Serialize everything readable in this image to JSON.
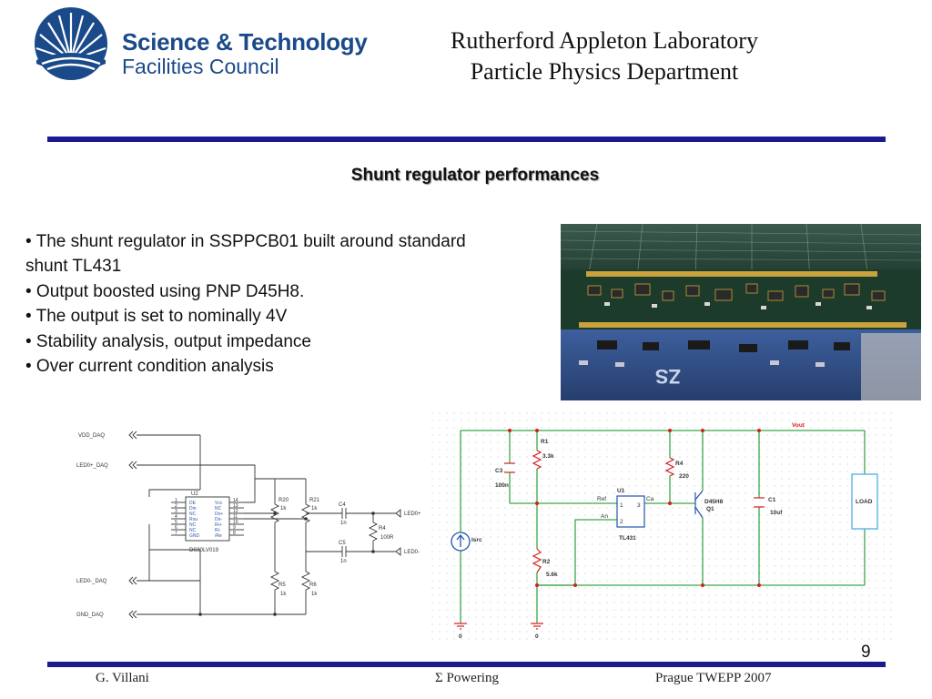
{
  "header": {
    "logo_line1": "Science & Technology",
    "logo_line2": "Facilities Council",
    "lab_line1": "Rutherford Appleton Laboratory",
    "lab_line2": "Particle Physics Department"
  },
  "slide": {
    "title": "Shunt regulator performances",
    "bullets": [
      "• The shunt regulator in SSPPCB01 built around standard",
      "shunt TL431",
      "• Output boosted using PNP D45H8.",
      "• The output is set to nominally 4V",
      "• Stability analysis, output impedance",
      "• Over current condition analysis"
    ],
    "page_number": "9"
  },
  "schematic_left": {
    "vdd": "VDD_DAQ",
    "ledp_in": "LED0+_DAQ",
    "ledn_in": "LED0-_DAQ",
    "gnd": "GND_DAQ",
    "chip_ref": "U2",
    "chip_name": "DS90LV019",
    "chip_left_pins": [
      "DE",
      "Din",
      "NC",
      "Rou",
      "NC",
      "NC",
      "GND"
    ],
    "chip_right_pins": [
      "Vcc",
      "NC",
      "Do+",
      "Do-",
      "Ri+",
      "Ri-",
      "/Re"
    ],
    "chip_left_nums": [
      "1",
      "2",
      "3",
      "4",
      "5",
      "6",
      "7"
    ],
    "chip_right_nums": [
      "14",
      "13",
      "12",
      "11",
      "10",
      "9",
      "8"
    ],
    "r20": "R20",
    "r20_val": "1k",
    "r21": "R21",
    "r21_val": "1k",
    "r5": "R5",
    "r5_val": "1k",
    "r6": "R6",
    "r6_val": "1k",
    "c4": "C4",
    "c4_val": "1n",
    "c5": "C5",
    "c5_val": "1n",
    "r4": "R4",
    "r4_val": "100R",
    "led_out_p": "LED0+",
    "led_out_n": "LED0-"
  },
  "schematic_right": {
    "vout": "Vout",
    "r1": "R1",
    "r1_val": "3.3k",
    "c3": "C3",
    "c3_val": "100n",
    "r4": "R4",
    "r4_val": "220",
    "u1": "U1",
    "u1_name": "TL431",
    "ref": "Ref",
    "ca": "Ca",
    "an": "An",
    "pin1": "1",
    "pin2": "2",
    "pin3": "3",
    "q1_name": "D45H8",
    "q1": "Q1",
    "c1": "C1",
    "c1_val": "10uf",
    "load": "LOAD",
    "r2": "R2",
    "r2_val": "5.6k",
    "source": "Isrc",
    "gnd1": "0",
    "gnd2": "0"
  },
  "footer": {
    "author": "G. Villani",
    "topic": "Σ Powering",
    "event": "Prague TWEPP 2007"
  },
  "colors": {
    "navy": "#1b1b8f",
    "brand_blue": "#1b4a8a",
    "schematic_green": "#3aa84a",
    "schematic_red": "#d81e1e",
    "load_blue": "#59b6e8"
  }
}
